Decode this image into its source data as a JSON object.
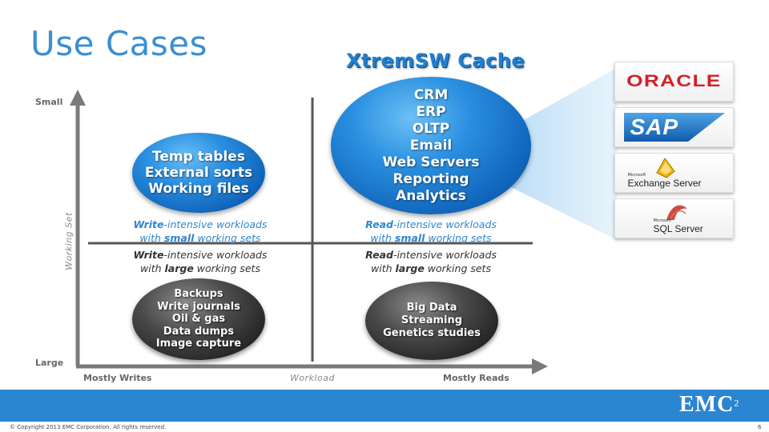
{
  "title": "Use Cases",
  "xtremsw_label": "XtremSW Cache",
  "axes": {
    "y_top": "Small",
    "y_bottom": "Large",
    "y_title": "Working Set",
    "x_left": "Mostly Writes",
    "x_right": "Mostly Reads",
    "x_title": "Workload"
  },
  "bubbles": {
    "top_left": [
      "Temp tables",
      "External sorts",
      "Working files"
    ],
    "top_right": [
      "CRM",
      "ERP",
      "OLTP",
      "Email",
      "Web Servers",
      "Reporting",
      "Analytics"
    ],
    "bottom_left": [
      "Backups",
      "Write journals",
      "Oil & gas",
      "Data dumps",
      "Image capture"
    ],
    "bottom_right": [
      "Big Data",
      "Streaming",
      "Genetics studies"
    ]
  },
  "quadrants": {
    "top_left": {
      "lead": "Write",
      "mid": "-intensive workloads",
      "pre": "with ",
      "key": "small",
      "post": " working sets"
    },
    "top_right": {
      "lead": "Read",
      "mid": "-intensive workloads",
      "pre": "with ",
      "key": "small",
      "post": " working sets"
    },
    "bottom_left": {
      "lead": "Write",
      "mid": "-intensive workloads",
      "pre": "with ",
      "key": "large",
      "post": " working sets"
    },
    "bottom_right": {
      "lead": "Read",
      "mid": "-intensive workloads",
      "pre": "with ",
      "key": "large",
      "post": " working sets"
    }
  },
  "logos": {
    "oracle": "ORACLE",
    "sap": "SAP",
    "exchange_small": "Microsoft",
    "exchange": "Exchange Server",
    "sql_small": "Microsoft",
    "sql": "SQL Server"
  },
  "footer": {
    "copyright": "© Copyright 2013 EMC Corporation. All rights reserved.",
    "page": "6",
    "brand": "EMC",
    "brand_sup": "2"
  },
  "colors": {
    "accent_blue": "#3a8fd1",
    "footer_blue": "#2a86d0",
    "oracle_red": "#d22128",
    "sap_blue": "#1b66b3"
  }
}
